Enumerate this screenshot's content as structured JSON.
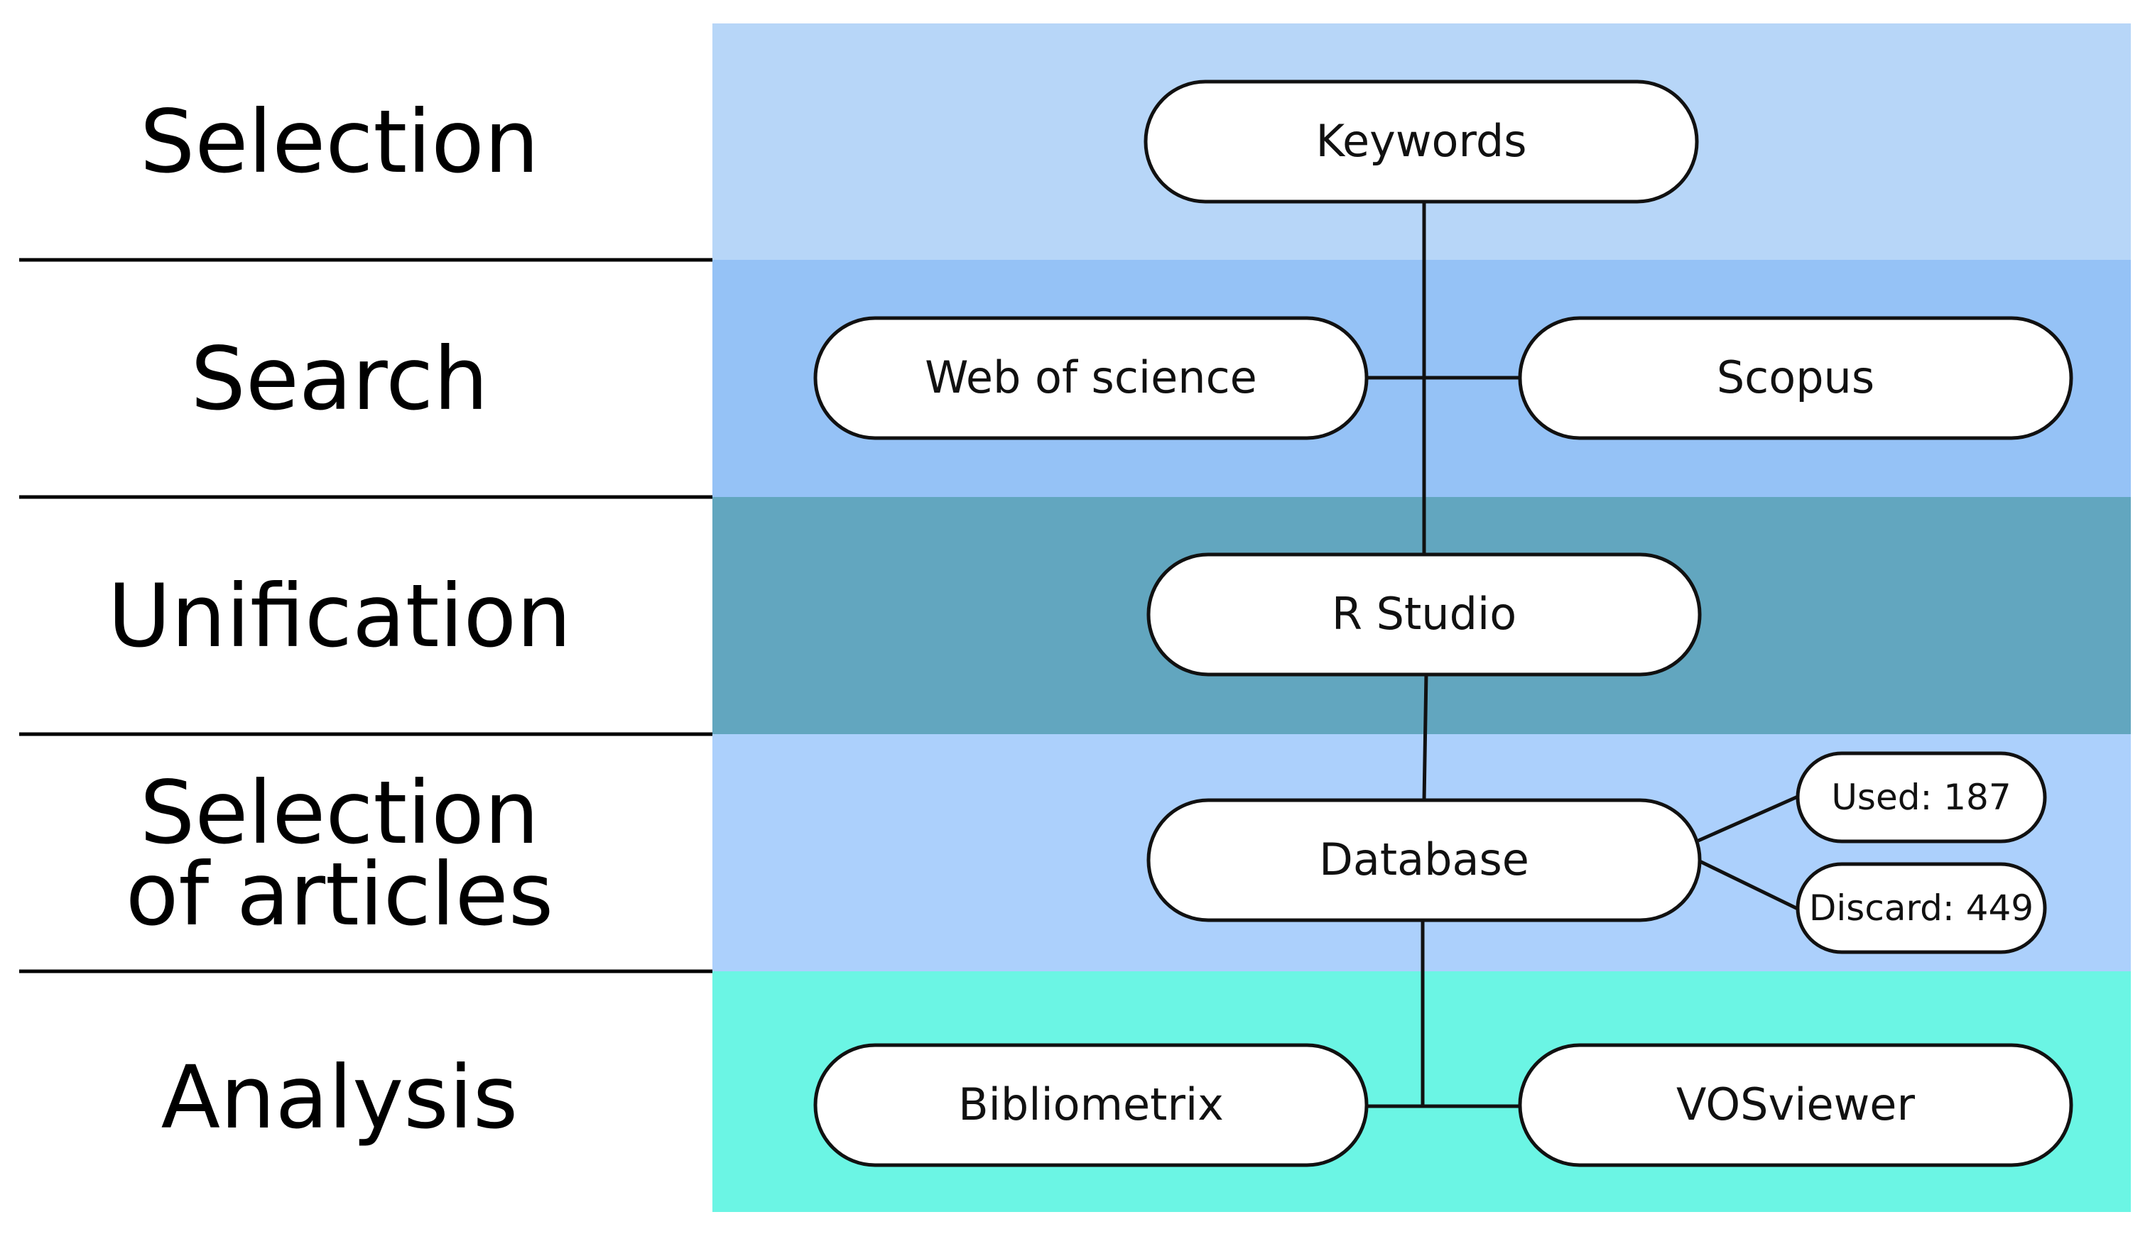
{
  "colors": {
    "selection_band": "#b7d6f8",
    "search_band": "#95c2f6",
    "unification_band": "#62a6bf",
    "articles_band": "#acd0fc",
    "analysis_band": "#6bf5e4",
    "divider": "#000000",
    "node_fill": "#ffffff",
    "node_stroke": "#111111"
  },
  "stages": {
    "selection": "Selection",
    "search": "Search",
    "unification": "Unification",
    "articles_line1": "Selection",
    "articles_line2": "of articles",
    "analysis": "Analysis"
  },
  "nodes": {
    "keywords": "Keywords",
    "web_of_science": "Web of science",
    "scopus": "Scopus",
    "r_studio": "R Studio",
    "database": "Database",
    "used": "Used: 187",
    "discard": "Discard: 449",
    "bibliometrix": "Bibliometrix",
    "vosviewer": "VOSviewer"
  }
}
